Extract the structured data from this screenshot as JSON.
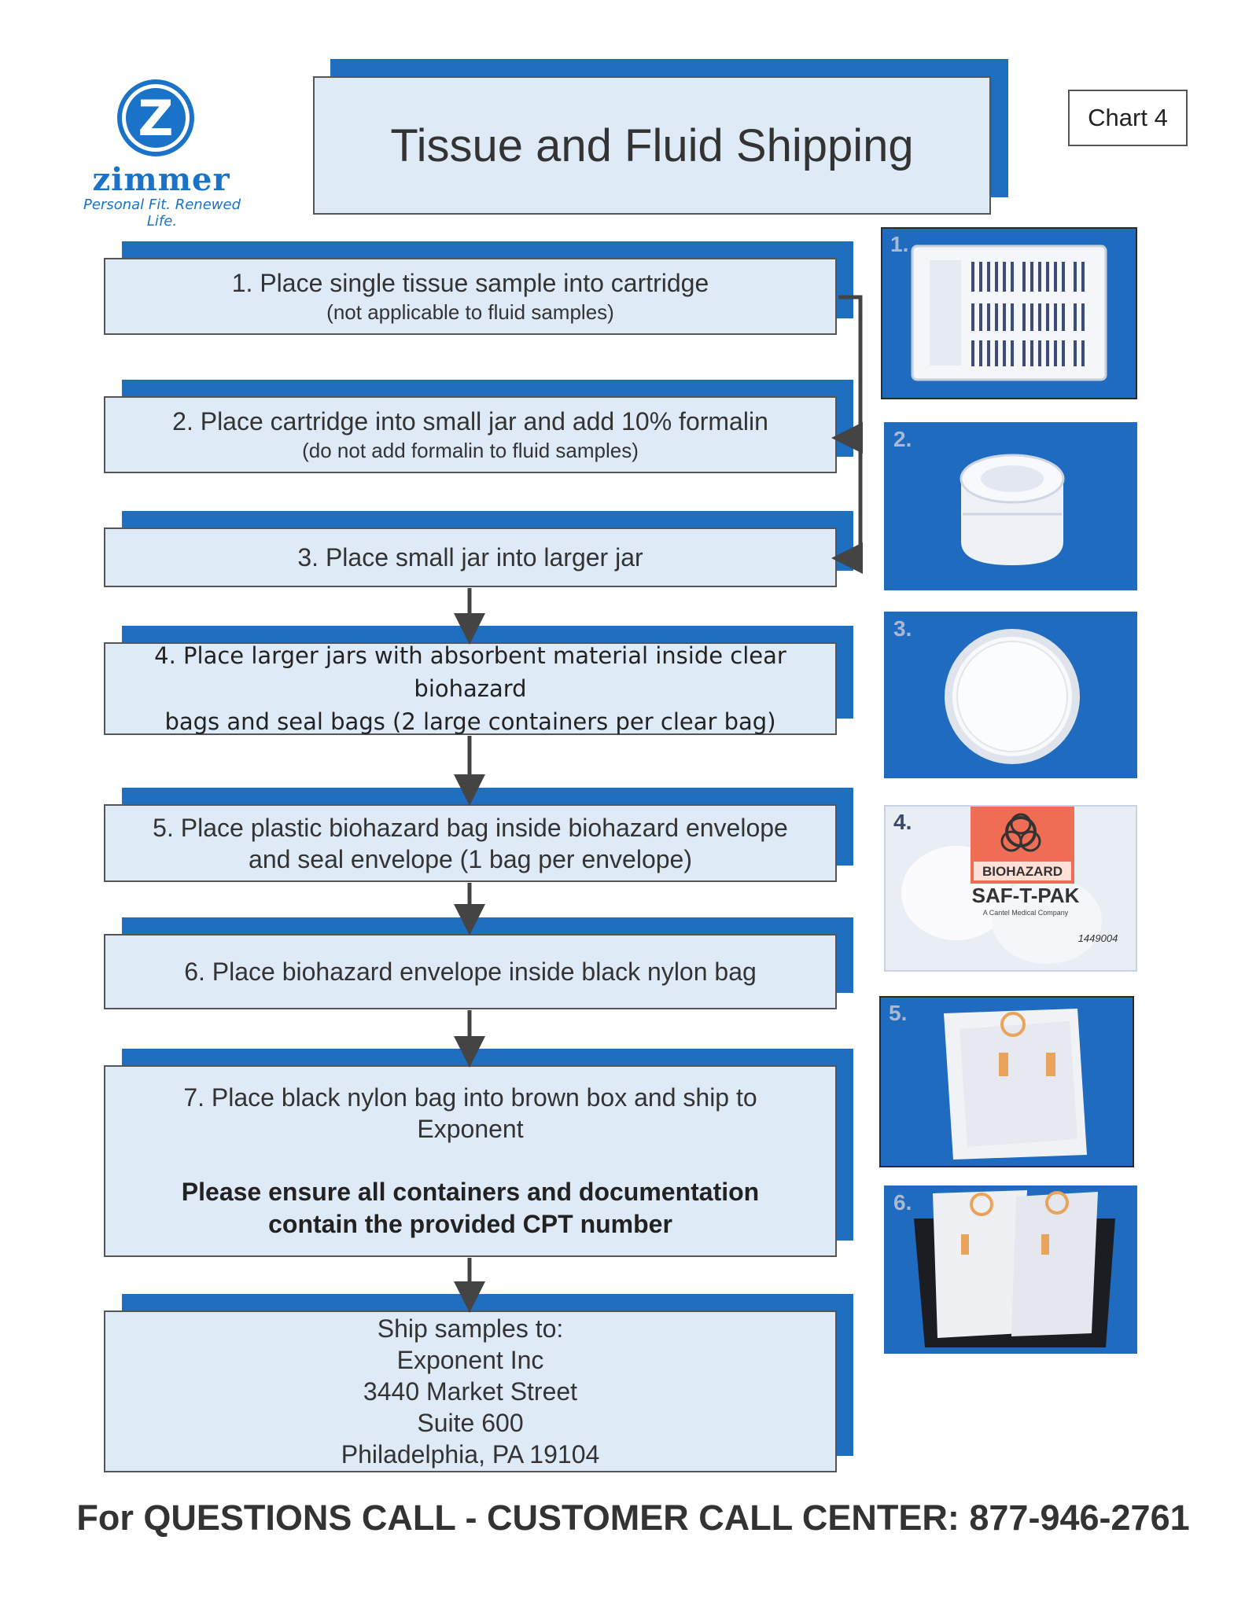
{
  "logo": {
    "letter": "Z",
    "wordmark": "zimmer",
    "tagline": "Personal Fit. Renewed Life."
  },
  "title": "Tissue and Fluid Shipping",
  "chart_label": "Chart 4",
  "steps": [
    {
      "main": "1. Place single tissue sample into cartridge",
      "sub": "(not applicable to fluid samples)"
    },
    {
      "main": "2. Place cartridge into small jar and add 10% formalin",
      "sub": "(do not add formalin to fluid samples)"
    },
    {
      "main": "3. Place small jar into larger jar"
    },
    {
      "line1": "4. Place larger jars with absorbent material inside clear biohazard",
      "line2": "bags and seal bags (2 large containers per clear bag)"
    },
    {
      "line1": "5. Place plastic biohazard bag inside biohazard envelope",
      "line2": "and seal envelope (1 bag per envelope)"
    },
    {
      "main": "6. Place biohazard envelope inside black nylon bag"
    },
    {
      "line1": "7. Place black nylon bag into brown box and ship to",
      "line2": "Exponent",
      "note1": "Please ensure all containers and documentation",
      "note2": "contain the provided CPT number"
    }
  ],
  "address": {
    "heading": "Ship samples to:",
    "company": "Exponent Inc",
    "street": "3440 Market Street",
    "suite": "Suite 600",
    "city": "Philadelphia, PA 19104"
  },
  "photos": [
    {
      "label": "1.",
      "subject": "cartridge"
    },
    {
      "label": "2.",
      "subject": "small jar"
    },
    {
      "label": "3.",
      "subject": "larger jar"
    },
    {
      "label": "4.",
      "subject": "clear biohazard bag",
      "sticker": "BIOHAZARD",
      "brand": "SAF-T-PAK",
      "brand_sub": "A Cantel Medical Company",
      "code": "1449004"
    },
    {
      "label": "5.",
      "subject": "biohazard envelope"
    },
    {
      "label": "6.",
      "subject": "black nylon bag"
    }
  ],
  "footer": "For QUESTIONS CALL - CUSTOMER CALL CENTER: 877-946-2761",
  "colors": {
    "brand_blue": "#1a73c8",
    "shadow_blue": "#1e6fc0",
    "box_fill": "#dfeaf7",
    "photo_bg": "#1f6bbf"
  }
}
